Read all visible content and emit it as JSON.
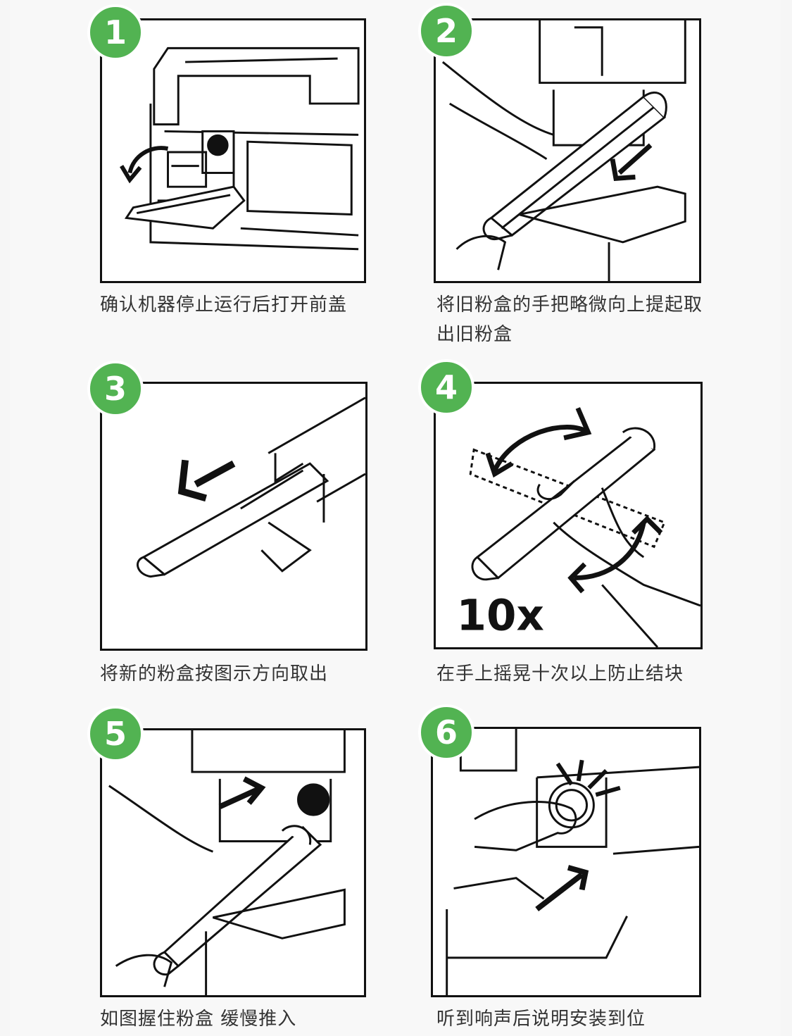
{
  "steps": [
    {
      "number": "1",
      "caption": "确认机器停止运行后打开前盖"
    },
    {
      "number": "2",
      "caption": "将旧粉盒的手把略微向上提起取出旧粉盒"
    },
    {
      "number": "3",
      "caption": "将新的粉盒按图示方向取出"
    },
    {
      "number": "4",
      "caption": "在手上摇晃十次以上防止结块",
      "illustration_text": "10x"
    },
    {
      "number": "5",
      "caption": "如图握住粉盒 缓慢推入"
    },
    {
      "number": "6",
      "caption": "听到响声后说明安装到位"
    }
  ],
  "colors": {
    "badge": "#52b352",
    "line": "#111111"
  }
}
